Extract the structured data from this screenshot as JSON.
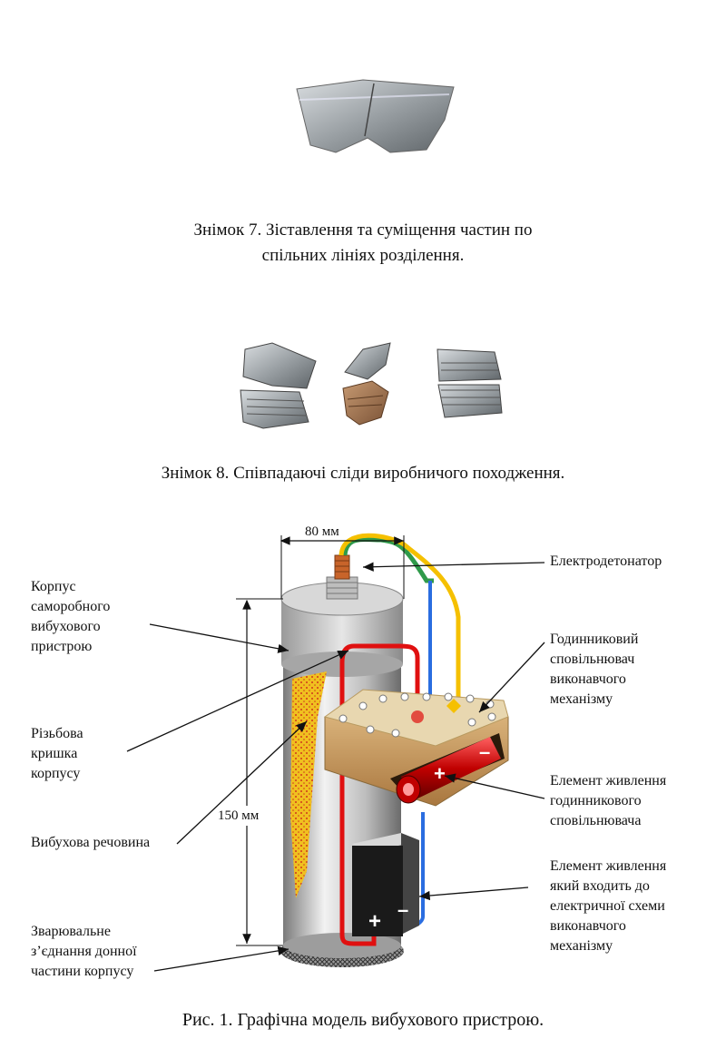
{
  "photo7": {
    "caption": "Знімок 7. Зіставлення та суміщення частин по\nспільних лініях розділення."
  },
  "photo8": {
    "caption": "Знімок 8. Співпадаючі сліди виробничого походження."
  },
  "figure1": {
    "caption": "Рис. 1. Графічна модель вибухового пристрою.",
    "dim_width": "80 мм",
    "dim_height": "150 мм",
    "labels": {
      "body": "Корпус\nсаморобного\nвибухового\nпристрою",
      "cap": "Різьбова\nкришка\nкорпусу",
      "explosive": "Вибухова речовина",
      "weld": "Зварювальне\nз’єднання донної\nчастини корпусу",
      "detonator": "Електродетонатор",
      "timer": "Годинниковий\nсповільнювач\nвиконавчого\nмеханізму",
      "timer_battery": "Елемент живлення\nгодинникового\nсповільнювача",
      "circuit_battery": "Елемент живлення\nякий входить до\nелектричної схеми\nвиконавчого\nмеханізму"
    },
    "battery_plus": "+",
    "battery_minus": "–",
    "colors": {
      "wire_red": "#e01010",
      "wire_blue": "#2a6de0",
      "wire_yellow": "#f5c000",
      "wire_green": "#2f9a4a",
      "explosive": "#f0c020",
      "box": "#e8d7b0"
    }
  }
}
